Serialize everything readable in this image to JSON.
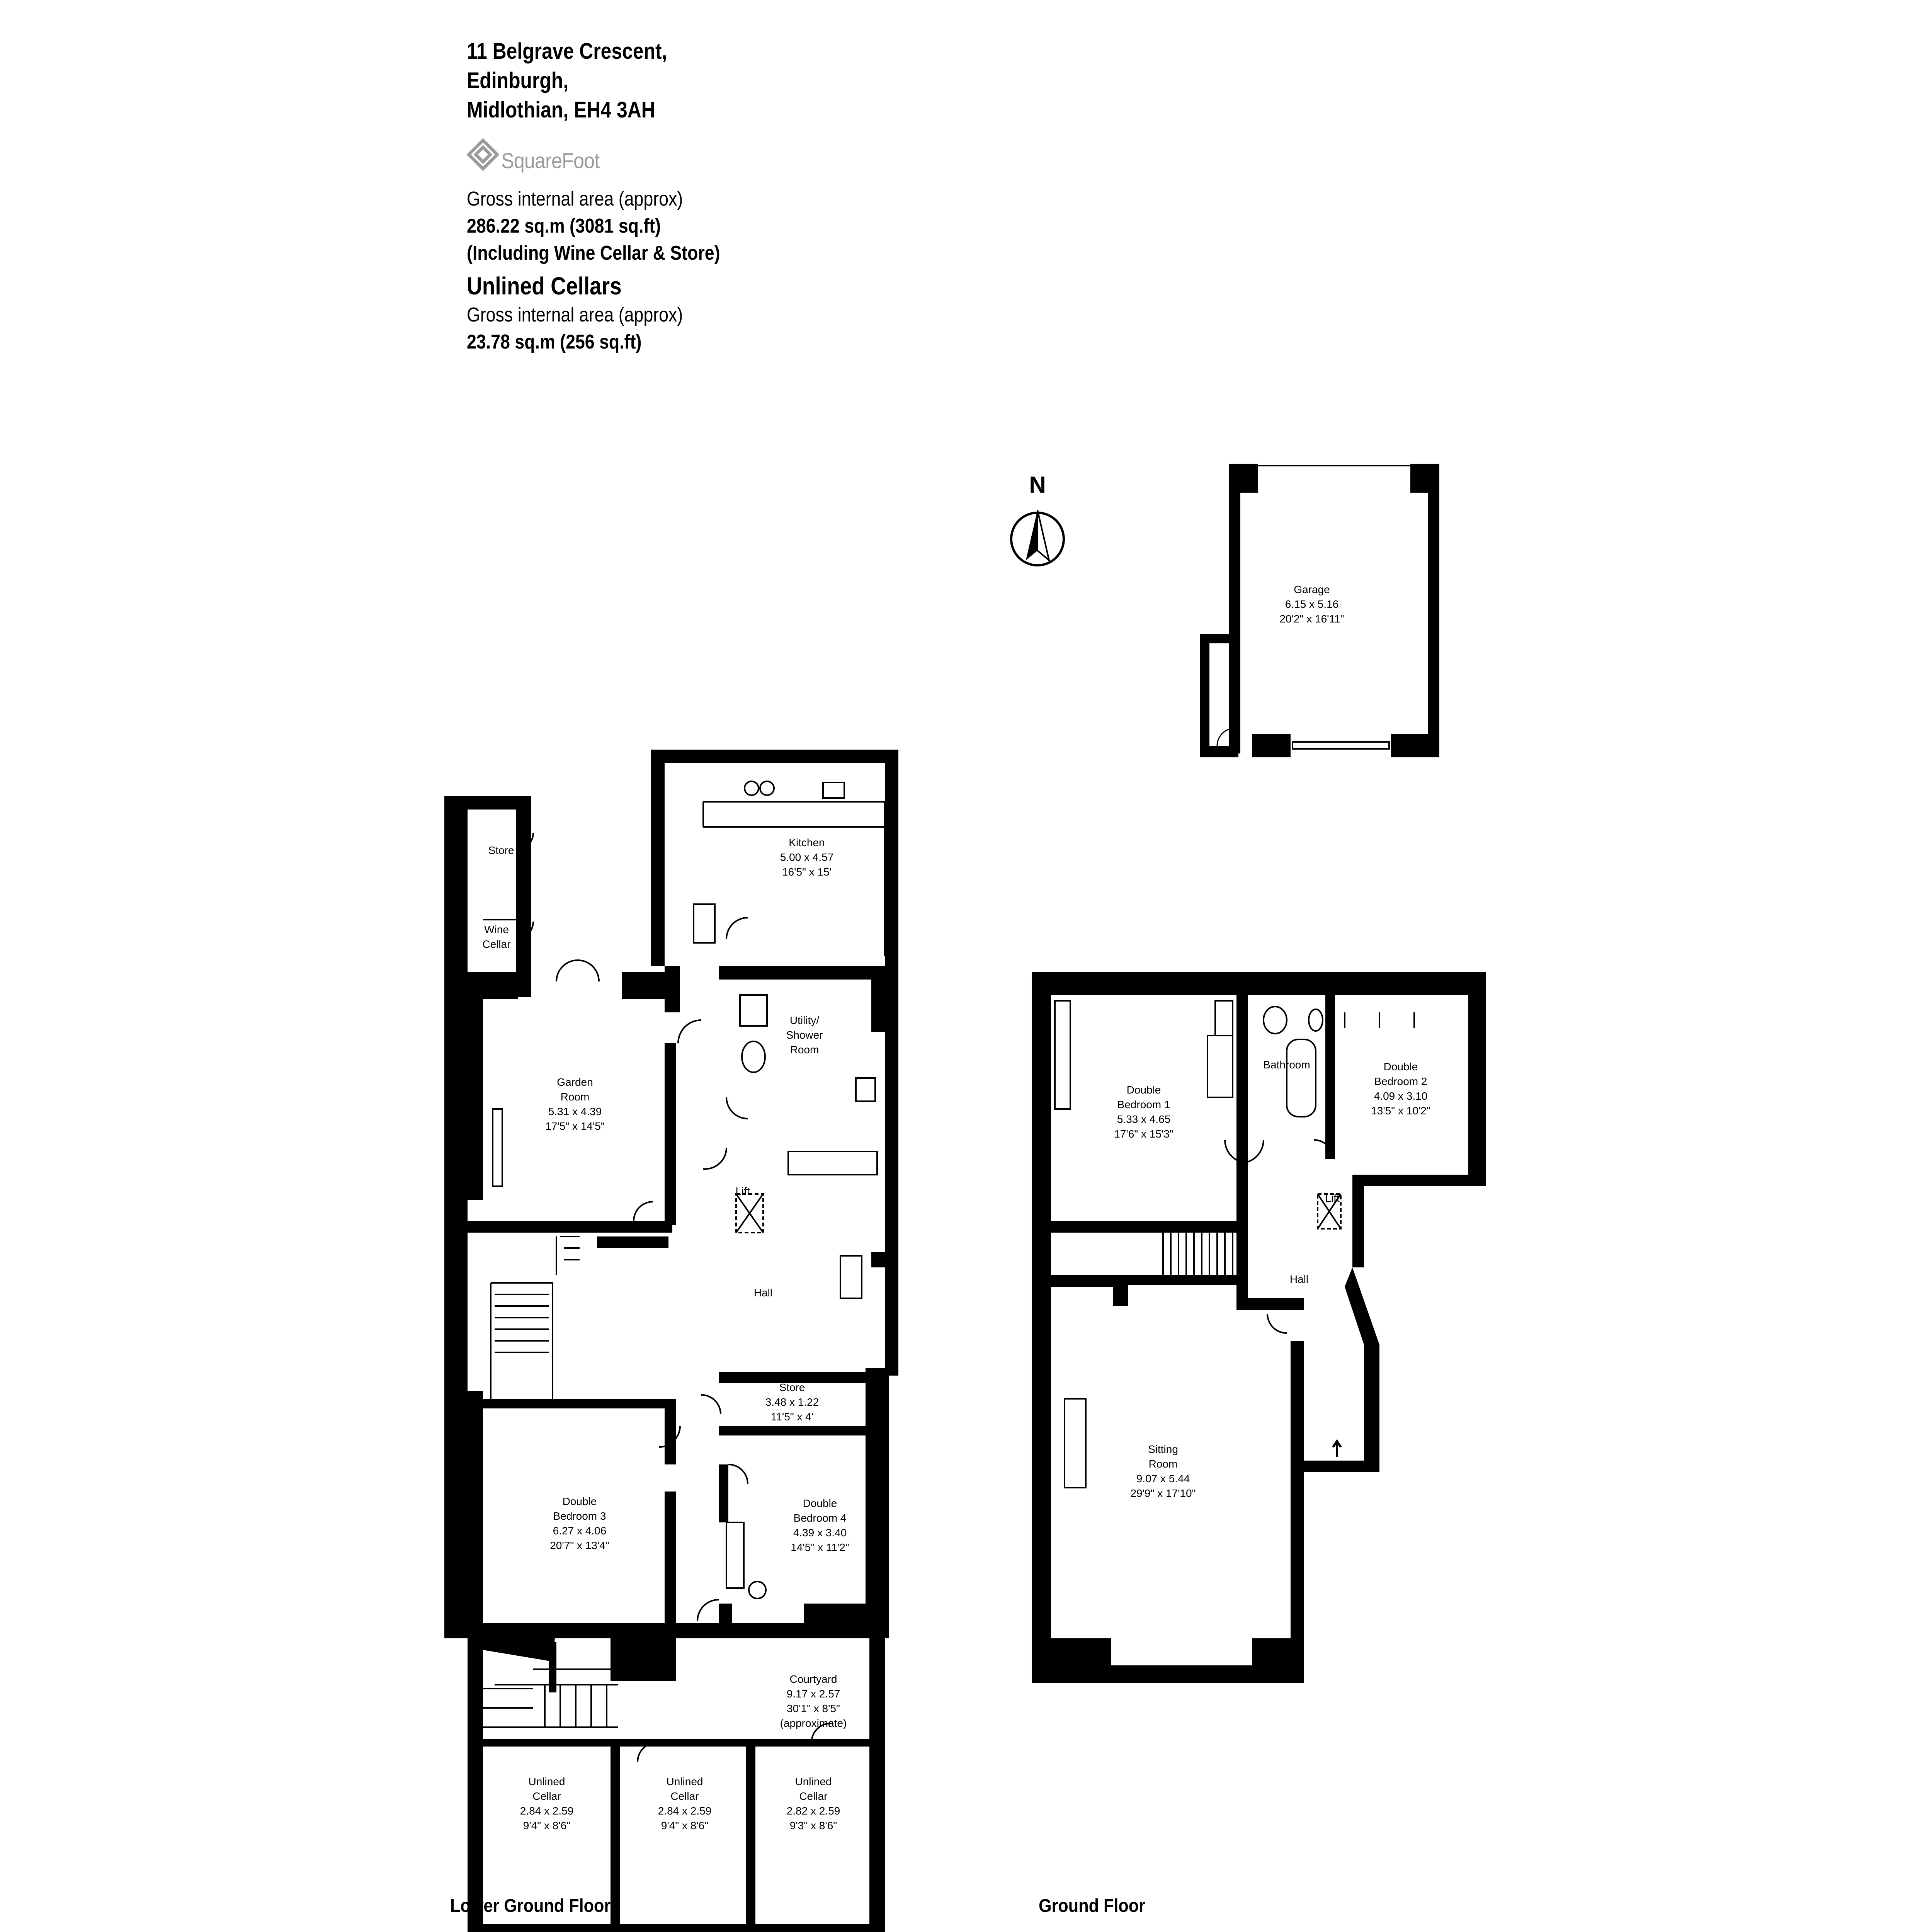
{
  "address": {
    "line1": "11 Belgrave Crescent,",
    "line2": "Edinburgh,",
    "line3": "Midlothian, EH4 3AH"
  },
  "logo": {
    "text": "SquareFoot"
  },
  "main_area": {
    "caption": "Gross internal area (approx)",
    "value": "286.22 sq.m (3081 sq.ft)",
    "note": "(Including Wine Cellar & Store)"
  },
  "cellars_area": {
    "heading": "Unlined Cellars",
    "caption": "Gross internal area (approx)",
    "value": "23.78 sq.m (256 sq.ft)"
  },
  "compass": {
    "label": "N"
  },
  "floors": {
    "lower": "Lower Ground Floor",
    "ground": "Ground Floor"
  },
  "rooms": {
    "garage": [
      "Garage",
      "6.15 x 5.16",
      "20'2\" x 16'11\""
    ],
    "kitchen": [
      "Kitchen",
      "5.00 x 4.57",
      "16'5\" x 15'"
    ],
    "store_top": [
      "Store"
    ],
    "wine_cellar": [
      "Wine",
      "Cellar"
    ],
    "garden_room": [
      "Garden",
      "Room",
      "5.31 x 4.39",
      "17'5\" x 14'5\""
    ],
    "utility": [
      "Utility/",
      "Shower",
      "Room"
    ],
    "lift_lower": [
      "Lift"
    ],
    "hall_lower": [
      "Hall"
    ],
    "store_mid": [
      "Store",
      "3.48 x 1.22",
      "11'5\" x 4'"
    ],
    "bedroom3": [
      "Double",
      "Bedroom 3",
      "6.27 x 4.06",
      "20'7\" x 13'4\""
    ],
    "bedroom4": [
      "Double",
      "Bedroom 4",
      "4.39 x 3.40",
      "14'5\" x 11'2\""
    ],
    "courtyard": [
      "Courtyard",
      "9.17 x 2.57",
      "30'1\" x 8'5\"",
      "(approximate)"
    ],
    "cellar1": [
      "Unlined",
      "Cellar",
      "2.84 x 2.59",
      "9'4\" x 8'6\""
    ],
    "cellar2": [
      "Unlined",
      "Cellar",
      "2.84 x 2.59",
      "9'4\" x 8'6\""
    ],
    "cellar3": [
      "Unlined",
      "Cellar",
      "2.82 x 2.59",
      "9'3\" x 8'6\""
    ],
    "bedroom1": [
      "Double",
      "Bedroom 1",
      "5.33 x 4.65",
      "17'6\" x 15'3\""
    ],
    "bathroom": [
      "Bathroom"
    ],
    "bedroom2": [
      "Double",
      "Bedroom 2",
      "4.09 x 3.10",
      "13'5\" x 10'2\""
    ],
    "lift_ground": [
      "Lift"
    ],
    "hall_ground": [
      "Hall"
    ],
    "sitting": [
      "Sitting",
      "Room",
      "9.07 x 5.44",
      "29'9\" x 17'10\""
    ]
  },
  "colors": {
    "wall": "#000000",
    "logo": "#9a9a9a",
    "background": "#ffffff"
  }
}
